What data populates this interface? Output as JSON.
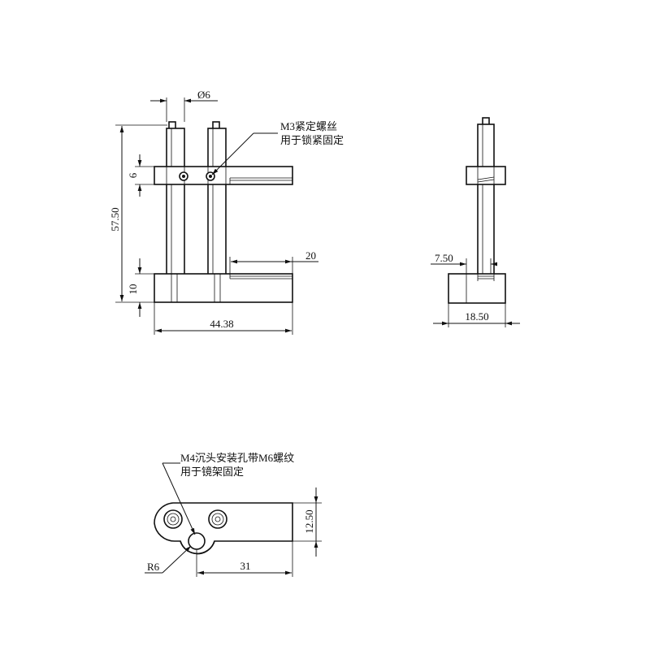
{
  "front_view": {
    "dia_label": "Ø6",
    "height_total": "57.50",
    "height_top": "6",
    "height_bottom": "10",
    "width_total": "44.38",
    "slot_len": "20",
    "note_line1": "M3紧定螺丝",
    "note_line2": "用于锁紧固定"
  },
  "side_view": {
    "offset": "7.50",
    "width": "18.50"
  },
  "bottom_view": {
    "note_line1": "M4沉头安装孔带M6螺纹",
    "note_line2": "用于镜架固定",
    "radius": "R6",
    "length": "31",
    "height": "12.50"
  }
}
